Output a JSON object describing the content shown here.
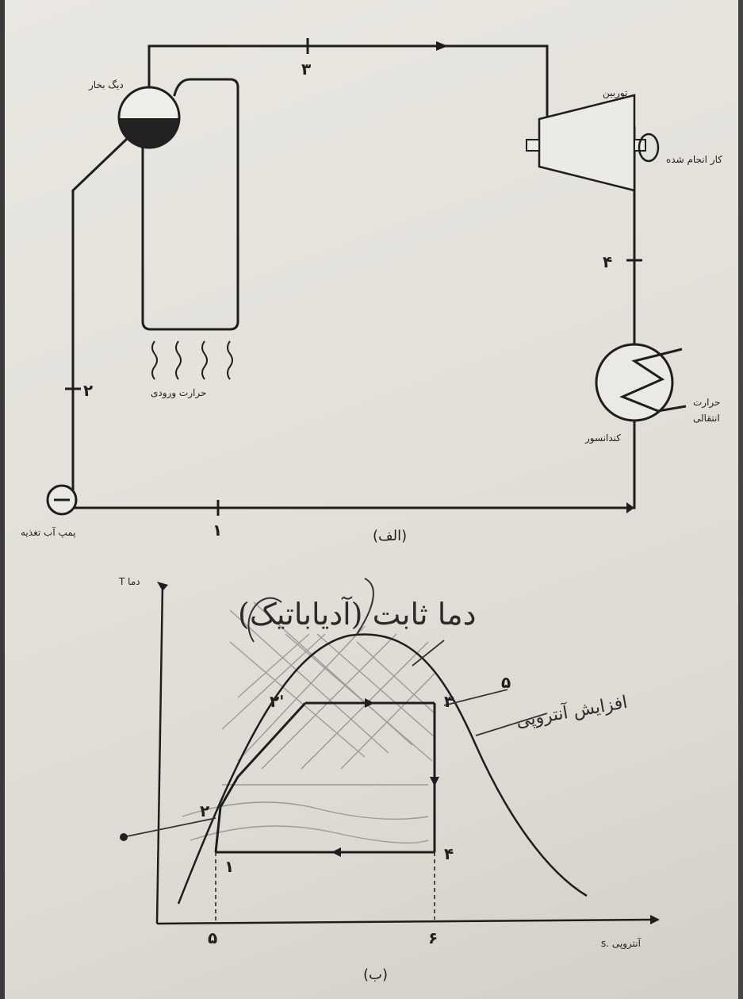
{
  "cycle_diagram": {
    "caption": "(الف)",
    "boiler_label": "دیگ بخار",
    "turbine_label": "توربین",
    "work_label": "کار انجام شده",
    "condenser_label": "کندانسور",
    "heat_out_label_line1": "حرارت",
    "heat_out_label_line2": "انتقالی",
    "heat_in_label": "حرارت ورودی",
    "pump_label": "پمپ آب تغذیه",
    "state_labels": {
      "s1": "۱",
      "s2": "۲",
      "s3": "۳",
      "s4": "۴"
    }
  },
  "ts_diagram": {
    "caption": "(ب)",
    "y_axis_label": "T دما",
    "x_axis_label": "s. آنتروپی",
    "x_tick_5": "۵",
    "x_tick_6": "۶",
    "point_labels": {
      "p1": "۱",
      "p2": "۲",
      "p2prime": "۲'",
      "p3": "۳",
      "p4": "۴",
      "p5": "۵"
    },
    "handwritten_title": "دما ثابت (آدیاباتیک)",
    "handwritten_note": "افزایش آنتروپی"
  },
  "colors": {
    "ink": "#1e1e1e",
    "paper": "#e6e4de",
    "pencil": "#6a6a6a"
  }
}
